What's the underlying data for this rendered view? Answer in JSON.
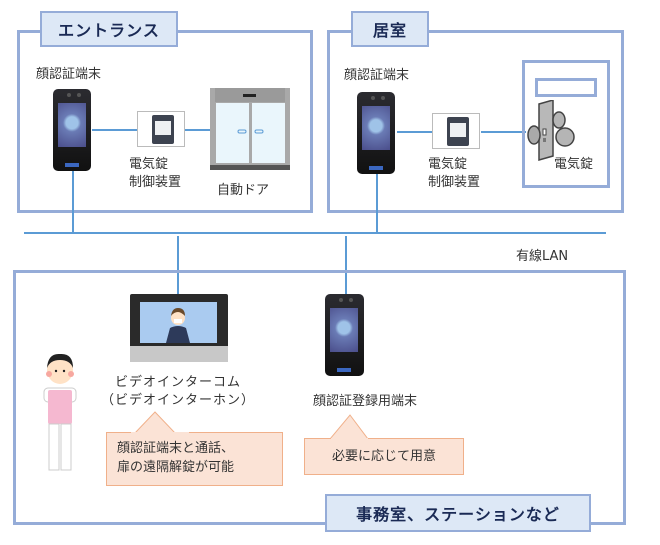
{
  "sections": {
    "entrance": {
      "title": "エントランス",
      "terminal_label": "顔認証端末",
      "controller_label_line1": "電気錠",
      "controller_label_line2": "制御装置",
      "door_label": "自動ドア"
    },
    "room": {
      "title": "居室",
      "terminal_label": "顔認証端末",
      "controller_label_line1": "電気錠",
      "controller_label_line2": "制御装置",
      "lock_label": "電気錠"
    },
    "network": {
      "label": "有線LAN"
    },
    "office": {
      "title": "事務室、ステーションなど",
      "intercom_label_line1": "ビデオインターコム",
      "intercom_label_line2": "（ビデオインターホン）",
      "intercom_callout_line1": "顔認証端末と通話、",
      "intercom_callout_line2": "扉の遠隔解錠が可能",
      "registration_label": "顔認証登録用端末",
      "registration_callout": "必要に応じて用意"
    }
  },
  "colors": {
    "box_border": "#95acd8",
    "title_fill": "#dde8f6",
    "title_text": "#1a2a55",
    "wire": "#5b9bd5",
    "callout_fill": "#fbe3d6",
    "callout_border": "#f0b08a"
  }
}
